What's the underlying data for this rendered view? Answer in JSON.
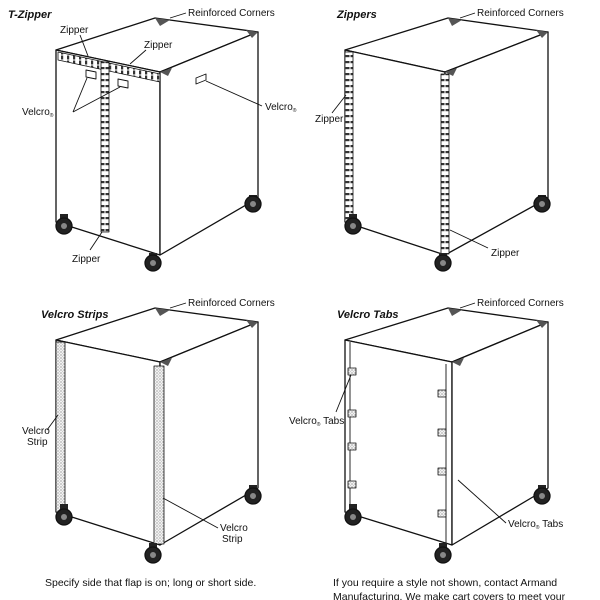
{
  "panels": {
    "tzipper": {
      "title": "T-Zipper",
      "labels": {
        "reinforced_corners": "Reinforced Corners",
        "zipper_top_left": "Zipper",
        "zipper_top_right": "Zipper",
        "velcro_left": "Velcro",
        "velcro_right": "Velcro",
        "zipper_bottom": "Zipper"
      }
    },
    "zippers": {
      "title": "Zippers",
      "labels": {
        "reinforced_corners": "Reinforced Corners",
        "zipper_left": "Zipper",
        "zipper_right": "Zipper"
      }
    },
    "velcro_strips": {
      "title": "Velcro Strips",
      "labels": {
        "reinforced_corners": "Reinforced Corners",
        "velcro_strip_left_1": "Velcro",
        "velcro_strip_left_2": "Strip",
        "velcro_strip_right_1": "Velcro",
        "velcro_strip_right_2": "Strip"
      }
    },
    "velcro_tabs": {
      "title": "Velcro Tabs",
      "labels": {
        "reinforced_corners": "Reinforced Corners",
        "velcro_tabs_left": "Velcro",
        "velcro_tabs_left_suffix": " Tabs",
        "velcro_tabs_right": "Velcro",
        "velcro_tabs_right_suffix": " Tabs"
      }
    }
  },
  "registered_mark": "®",
  "footer": {
    "left": "Specify side that flap is on; long or short side.",
    "right_line1": "If you require a style not shown, contact Armand",
    "right_line2": "Manufacturing. We make cart covers to meet your"
  }
}
